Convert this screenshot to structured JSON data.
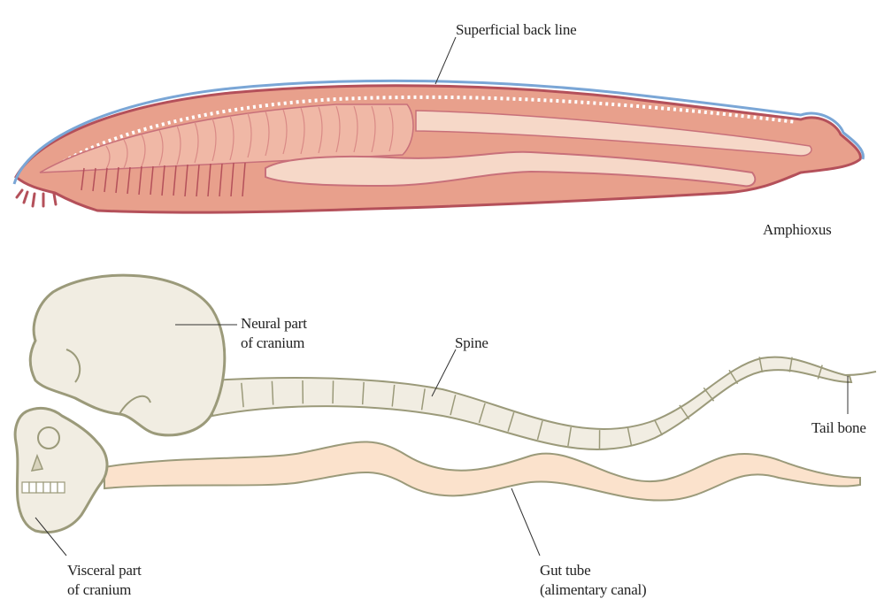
{
  "labels": {
    "superficial_back_line": "Superficial back line",
    "amphioxus": "Amphioxus",
    "neural_cranium_1": "Neural part",
    "neural_cranium_2": "of cranium",
    "spine": "Spine",
    "tail_bone": "Tail bone",
    "visceral_cranium_1": "Visceral part",
    "visceral_cranium_2": "of cranium",
    "gut_tube_1": "Gut tube",
    "gut_tube_2": "(alimentary canal)"
  },
  "colors": {
    "amphioxus_body": "#e8a08c",
    "amphioxus_outline": "#b4505a",
    "amphioxus_light": "#f6d8c8",
    "back_line": "#7aa6d6",
    "bone": "#f1ede2",
    "bone_outline": "#9b9a7a",
    "gut": "#fbe2cc"
  },
  "spine_segments": 22
}
